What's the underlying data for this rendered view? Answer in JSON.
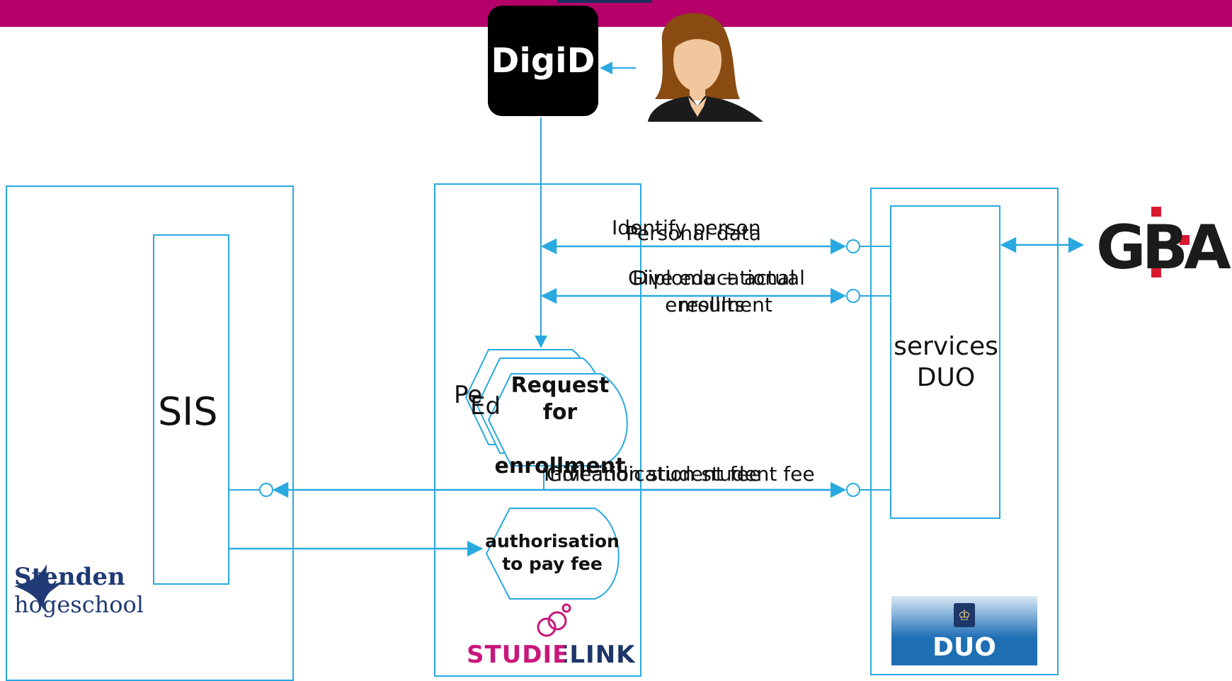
{
  "systems": {
    "sis": "SIS",
    "services_duo": "services\nDUO"
  },
  "logos": {
    "digid": "DigiD",
    "gba": "GBA",
    "stenden_line1": "Stenden",
    "stenden_line2": "hogeschool",
    "studielink": "STUDIELINK",
    "duo": "DUO"
  },
  "flows": {
    "identify_person": "Identify person",
    "personal_data": "Personal data",
    "give_educational_results": "Give educational\nresults",
    "diploma_actual_enrollment": "Diploma + actual\nenrollment",
    "indication_student_fee": "Indication student fee",
    "give_indication_student_fee": "Give indication student fee"
  },
  "documents": {
    "personal_fragment": "Pe",
    "educational_fragment": "Ed",
    "request_for_enrollment": "Request\nfor\n\nenrollment",
    "authorisation_to_pay_fee": "authorisation\nto pay fee"
  },
  "colors": {
    "topbar": "#b5006a",
    "line": "#29a9e0",
    "studielink_studie": "#c8177a",
    "studielink_link": "#1d3768",
    "gba_accent": "#d8192f"
  }
}
